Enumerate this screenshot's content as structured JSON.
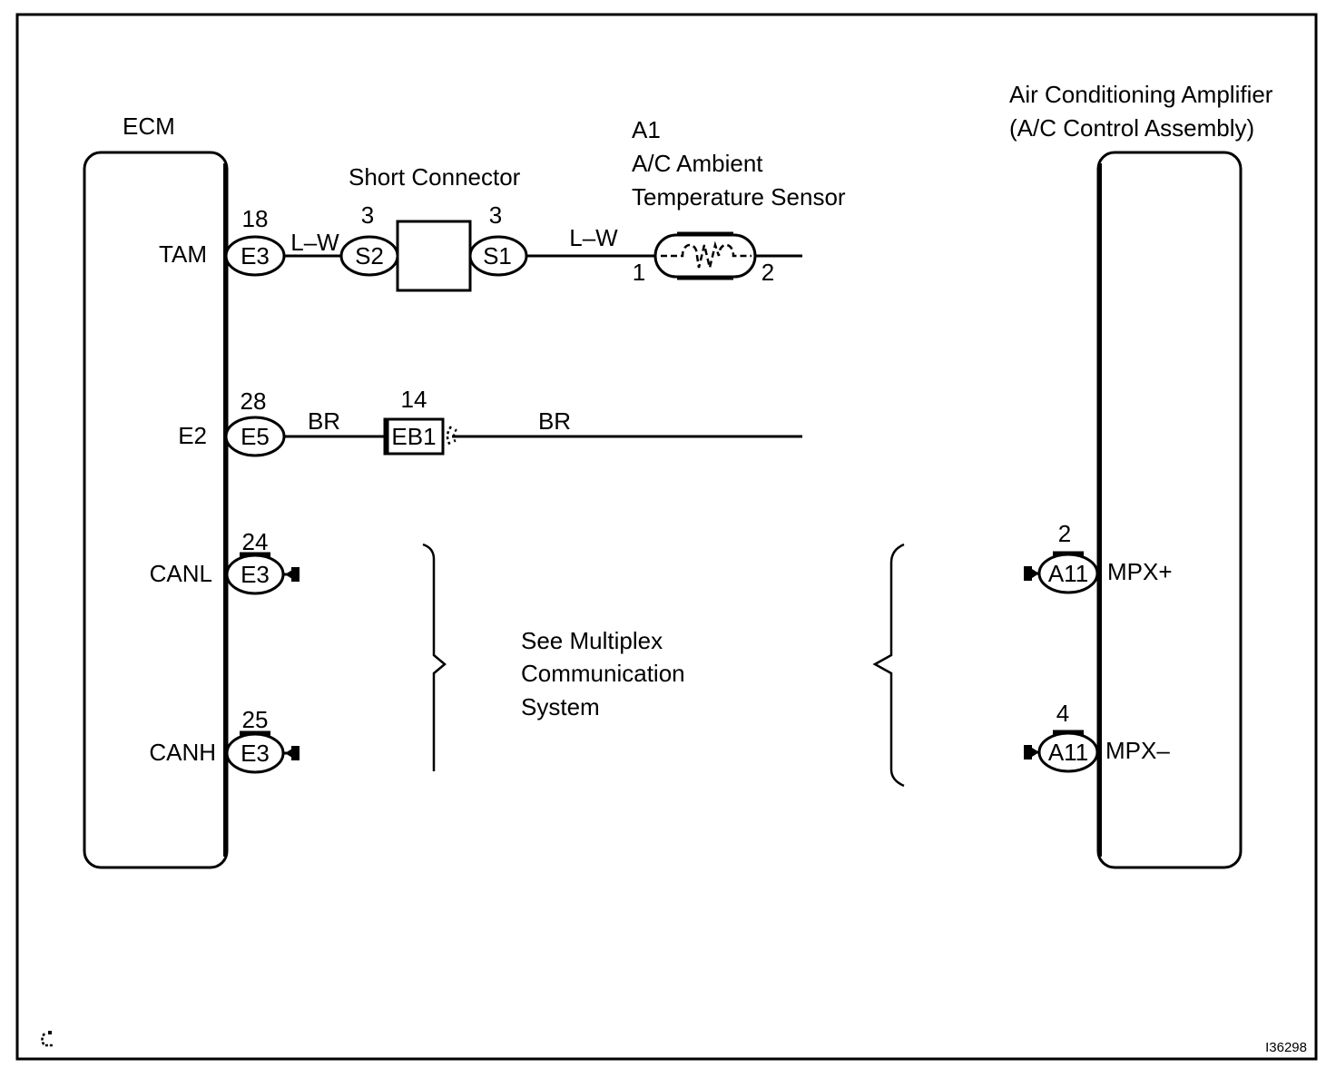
{
  "ecm": {
    "title": "ECM",
    "pins": {
      "tam": "TAM",
      "e2": "E2",
      "canl": "CANL",
      "canh": "CANH"
    }
  },
  "amplifier": {
    "title_line1": "Air Conditioning Amplifier",
    "title_line2": "(A/C Control Assembly)",
    "pins": {
      "mpx_plus": "MPX+",
      "mpx_minus": "MPX–"
    }
  },
  "short_connector": {
    "title": "Short Connector"
  },
  "sensor": {
    "code": "A1",
    "name_line1": "A/C Ambient",
    "name_line2": "Temperature Sensor",
    "terminal_1": "1",
    "terminal_2": "2"
  },
  "connectors": {
    "tam": {
      "code": "E3",
      "pin": "18"
    },
    "e2": {
      "code": "E5",
      "pin": "28"
    },
    "canl": {
      "code": "E3",
      "pin": "24"
    },
    "canh": {
      "code": "E3",
      "pin": "25"
    },
    "s2": {
      "code": "S2",
      "pin": "3"
    },
    "s1": {
      "code": "S1",
      "pin": "3"
    },
    "eb1": {
      "code": "EB1",
      "pin": "14"
    },
    "mpx_plus": {
      "code": "A11",
      "pin": "2"
    },
    "mpx_minus": {
      "code": "A11",
      "pin": "4"
    }
  },
  "wires": {
    "tam_to_s2": "L–W",
    "s1_to_sensor": "L–W",
    "e2_to_eb1": "BR",
    "eb1_out": "BR"
  },
  "note": {
    "line1": "See Multiplex",
    "line2": "Communication",
    "line3": "System"
  },
  "figure_id": "I36298"
}
